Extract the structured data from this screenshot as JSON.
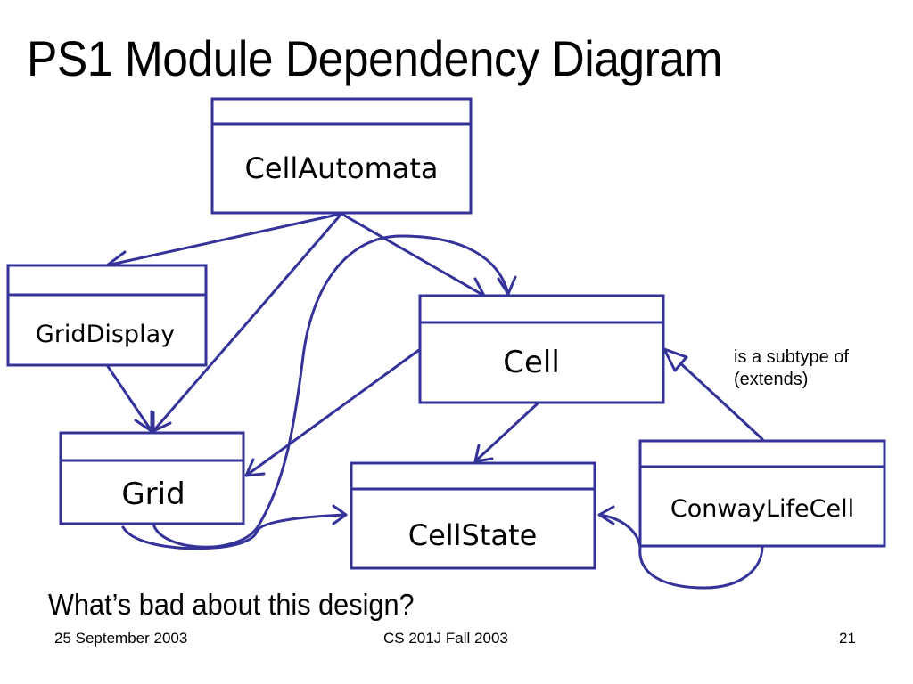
{
  "slide": {
    "title": "PS1 Module Dependency Diagram",
    "question": "What’s bad about this design?",
    "footer": {
      "date": "25 September 2003",
      "course": "CS 201J Fall 2003",
      "page_number": "21"
    },
    "annotation": {
      "line1": "is a subtype of",
      "line2": "(extends)"
    },
    "colors": {
      "stroke": "#33339a",
      "text": "#000000",
      "background": "#ffffff"
    }
  },
  "diagram": {
    "modules": [
      {
        "id": "cellautomata",
        "label": "CellAutomata"
      },
      {
        "id": "griddisplay",
        "label": "GridDisplay"
      },
      {
        "id": "cell",
        "label": "Cell"
      },
      {
        "id": "grid",
        "label": "Grid"
      },
      {
        "id": "cellstate",
        "label": "CellState"
      },
      {
        "id": "conwaylifecell",
        "label": "ConwayLifeCell"
      }
    ],
    "dependencies": [
      {
        "from": "CellAutomata",
        "to": "GridDisplay",
        "kind": "uses"
      },
      {
        "from": "CellAutomata",
        "to": "Grid",
        "kind": "uses"
      },
      {
        "from": "CellAutomata",
        "to": "Cell",
        "kind": "uses"
      },
      {
        "from": "GridDisplay",
        "to": "Grid",
        "kind": "uses"
      },
      {
        "from": "Grid",
        "to": "Cell",
        "kind": "uses"
      },
      {
        "from": "Cell",
        "to": "Grid",
        "kind": "uses"
      },
      {
        "from": "Cell",
        "to": "CellState",
        "kind": "uses"
      },
      {
        "from": "Grid",
        "to": "CellState",
        "kind": "uses"
      },
      {
        "from": "ConwayLifeCell",
        "to": "Cell",
        "kind": "subtype"
      },
      {
        "from": "ConwayLifeCell",
        "to": "CellState",
        "kind": "uses"
      }
    ]
  }
}
